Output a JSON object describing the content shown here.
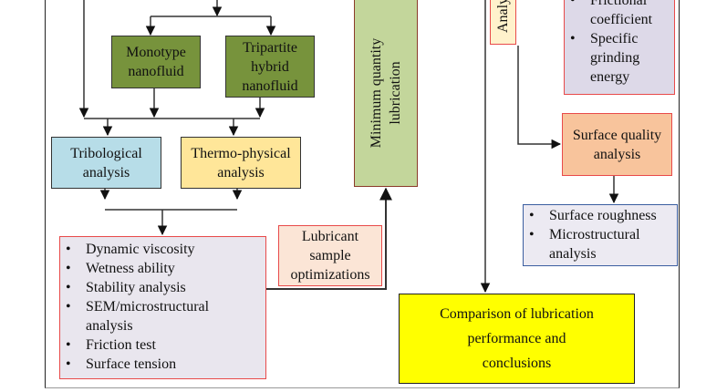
{
  "diagram": {
    "nodes": {
      "monotype": {
        "label_lines": [
          "Monotype",
          "nanofluid"
        ],
        "color": "#77933c"
      },
      "tripartite": {
        "label_lines": [
          "Tripartite",
          "hybrid",
          "nanofluid"
        ],
        "color": "#77933c"
      },
      "tribological": {
        "label_lines": [
          "Tribological",
          "analysis"
        ],
        "color": "#b7dde8"
      },
      "thermo": {
        "label_lines": [
          "Thermo-physical",
          "analysis"
        ],
        "color": "#ffe699"
      },
      "tests": {
        "items": [
          "Dynamic viscosity",
          "Wetness ability",
          "Stability analysis",
          "SEM/microstructural analysis",
          "Friction test",
          "Surface tension"
        ],
        "color": "#e9e6ee"
      },
      "lubricant_opt": {
        "label_lines": [
          "Lubricant",
          "sample",
          "optimizations"
        ],
        "color": "#fbe5d6"
      },
      "mql": {
        "label_lines": [
          "Minimum quantity",
          "lubrication"
        ],
        "color": "#c3d69b"
      },
      "analysis_partial": {
        "label": "Analy",
        "color": "#fff2cc"
      },
      "grinding_metrics": {
        "items": [
          "Frictional coefficient",
          "Specific grinding energy"
        ],
        "color": "#ddd9e8"
      },
      "surface_quality": {
        "label_lines": [
          "Surface quality",
          "analysis"
        ],
        "color": "#f8c49c"
      },
      "surface_metrics": {
        "items": [
          "Surface roughness",
          "Microstructural analysis"
        ],
        "color": "#eceaf2"
      },
      "comparison": {
        "label_lines": [
          "Comparison of lubrication",
          "performance and",
          "conclusions"
        ],
        "color": "#ffff00"
      }
    }
  }
}
